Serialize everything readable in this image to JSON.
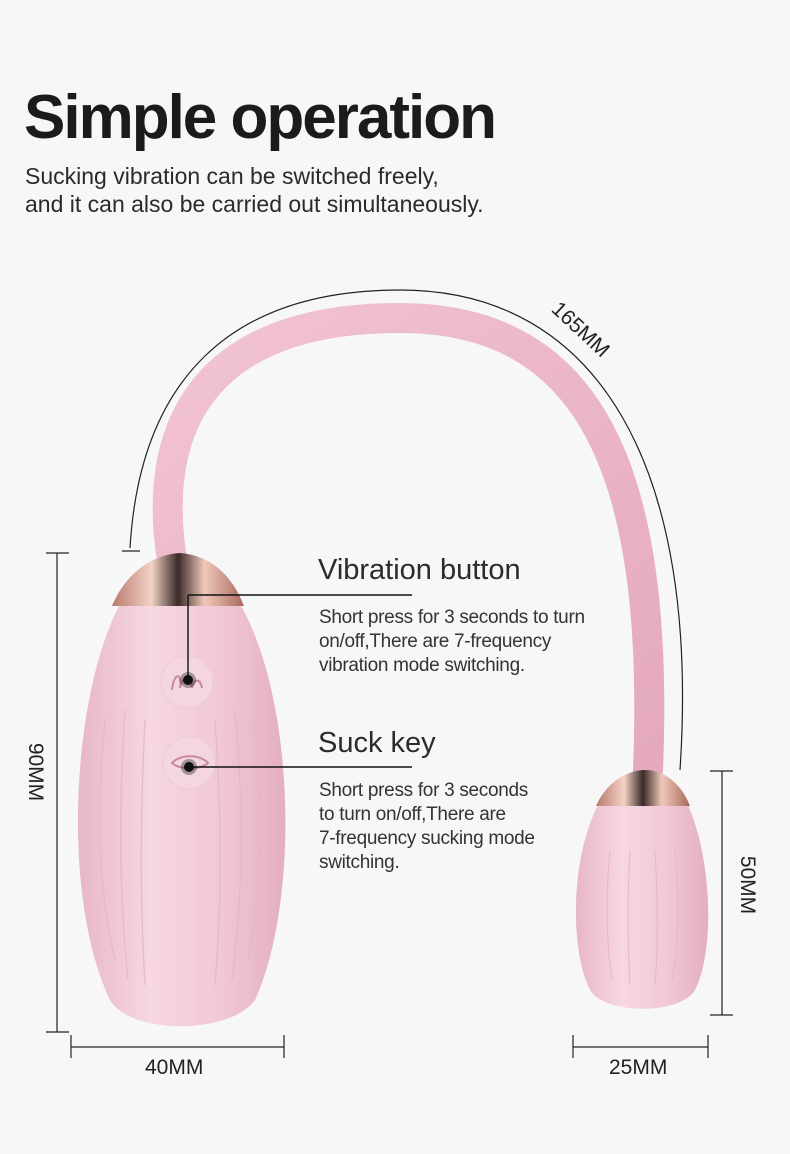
{
  "header": {
    "title": "Simple operation",
    "subtitle_line1": "Sucking vibration can be switched freely,",
    "subtitle_line2": "and it can also be carried out simultaneously."
  },
  "callouts": [
    {
      "heading": "Vibration button",
      "lines": [
        "Short press for 3 seconds to turn",
        "on/off,There are 7-frequency",
        "vibration mode switching."
      ]
    },
    {
      "heading": "Suck key",
      "lines": [
        "Short press for 3 seconds",
        "to turn on/off,There are",
        "7-frequency sucking mode",
        "switching."
      ]
    }
  ],
  "dimensions": {
    "cord_length": "165MM",
    "main_height": "90MM",
    "main_width": "40MM",
    "egg_height": "50MM",
    "egg_width": "25MM"
  },
  "colors": {
    "background": "#f7f7f7",
    "product_pink": "#f1c9d8",
    "rose_gold": "#c98f82",
    "line": "#1a1a1a"
  }
}
